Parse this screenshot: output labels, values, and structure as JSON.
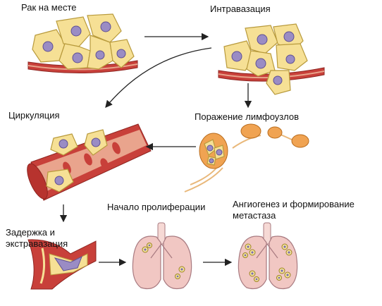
{
  "labels": {
    "stage1": "Рак на месте",
    "stage2": "Интравазация",
    "stage3": "Циркуляция",
    "stage4": "Поражение лимфоузлов",
    "stage5": "Начало пролиферации",
    "stage6": "Ангиогенез и формирование метастаза",
    "stage7": "Задержка и экстравазация"
  },
  "colors": {
    "cell": "#f6e095",
    "nucleus": "#9a8cc4",
    "vessel": "#c8403a",
    "lung": "#f1c7c3",
    "lymph_node": "#f0a352"
  }
}
